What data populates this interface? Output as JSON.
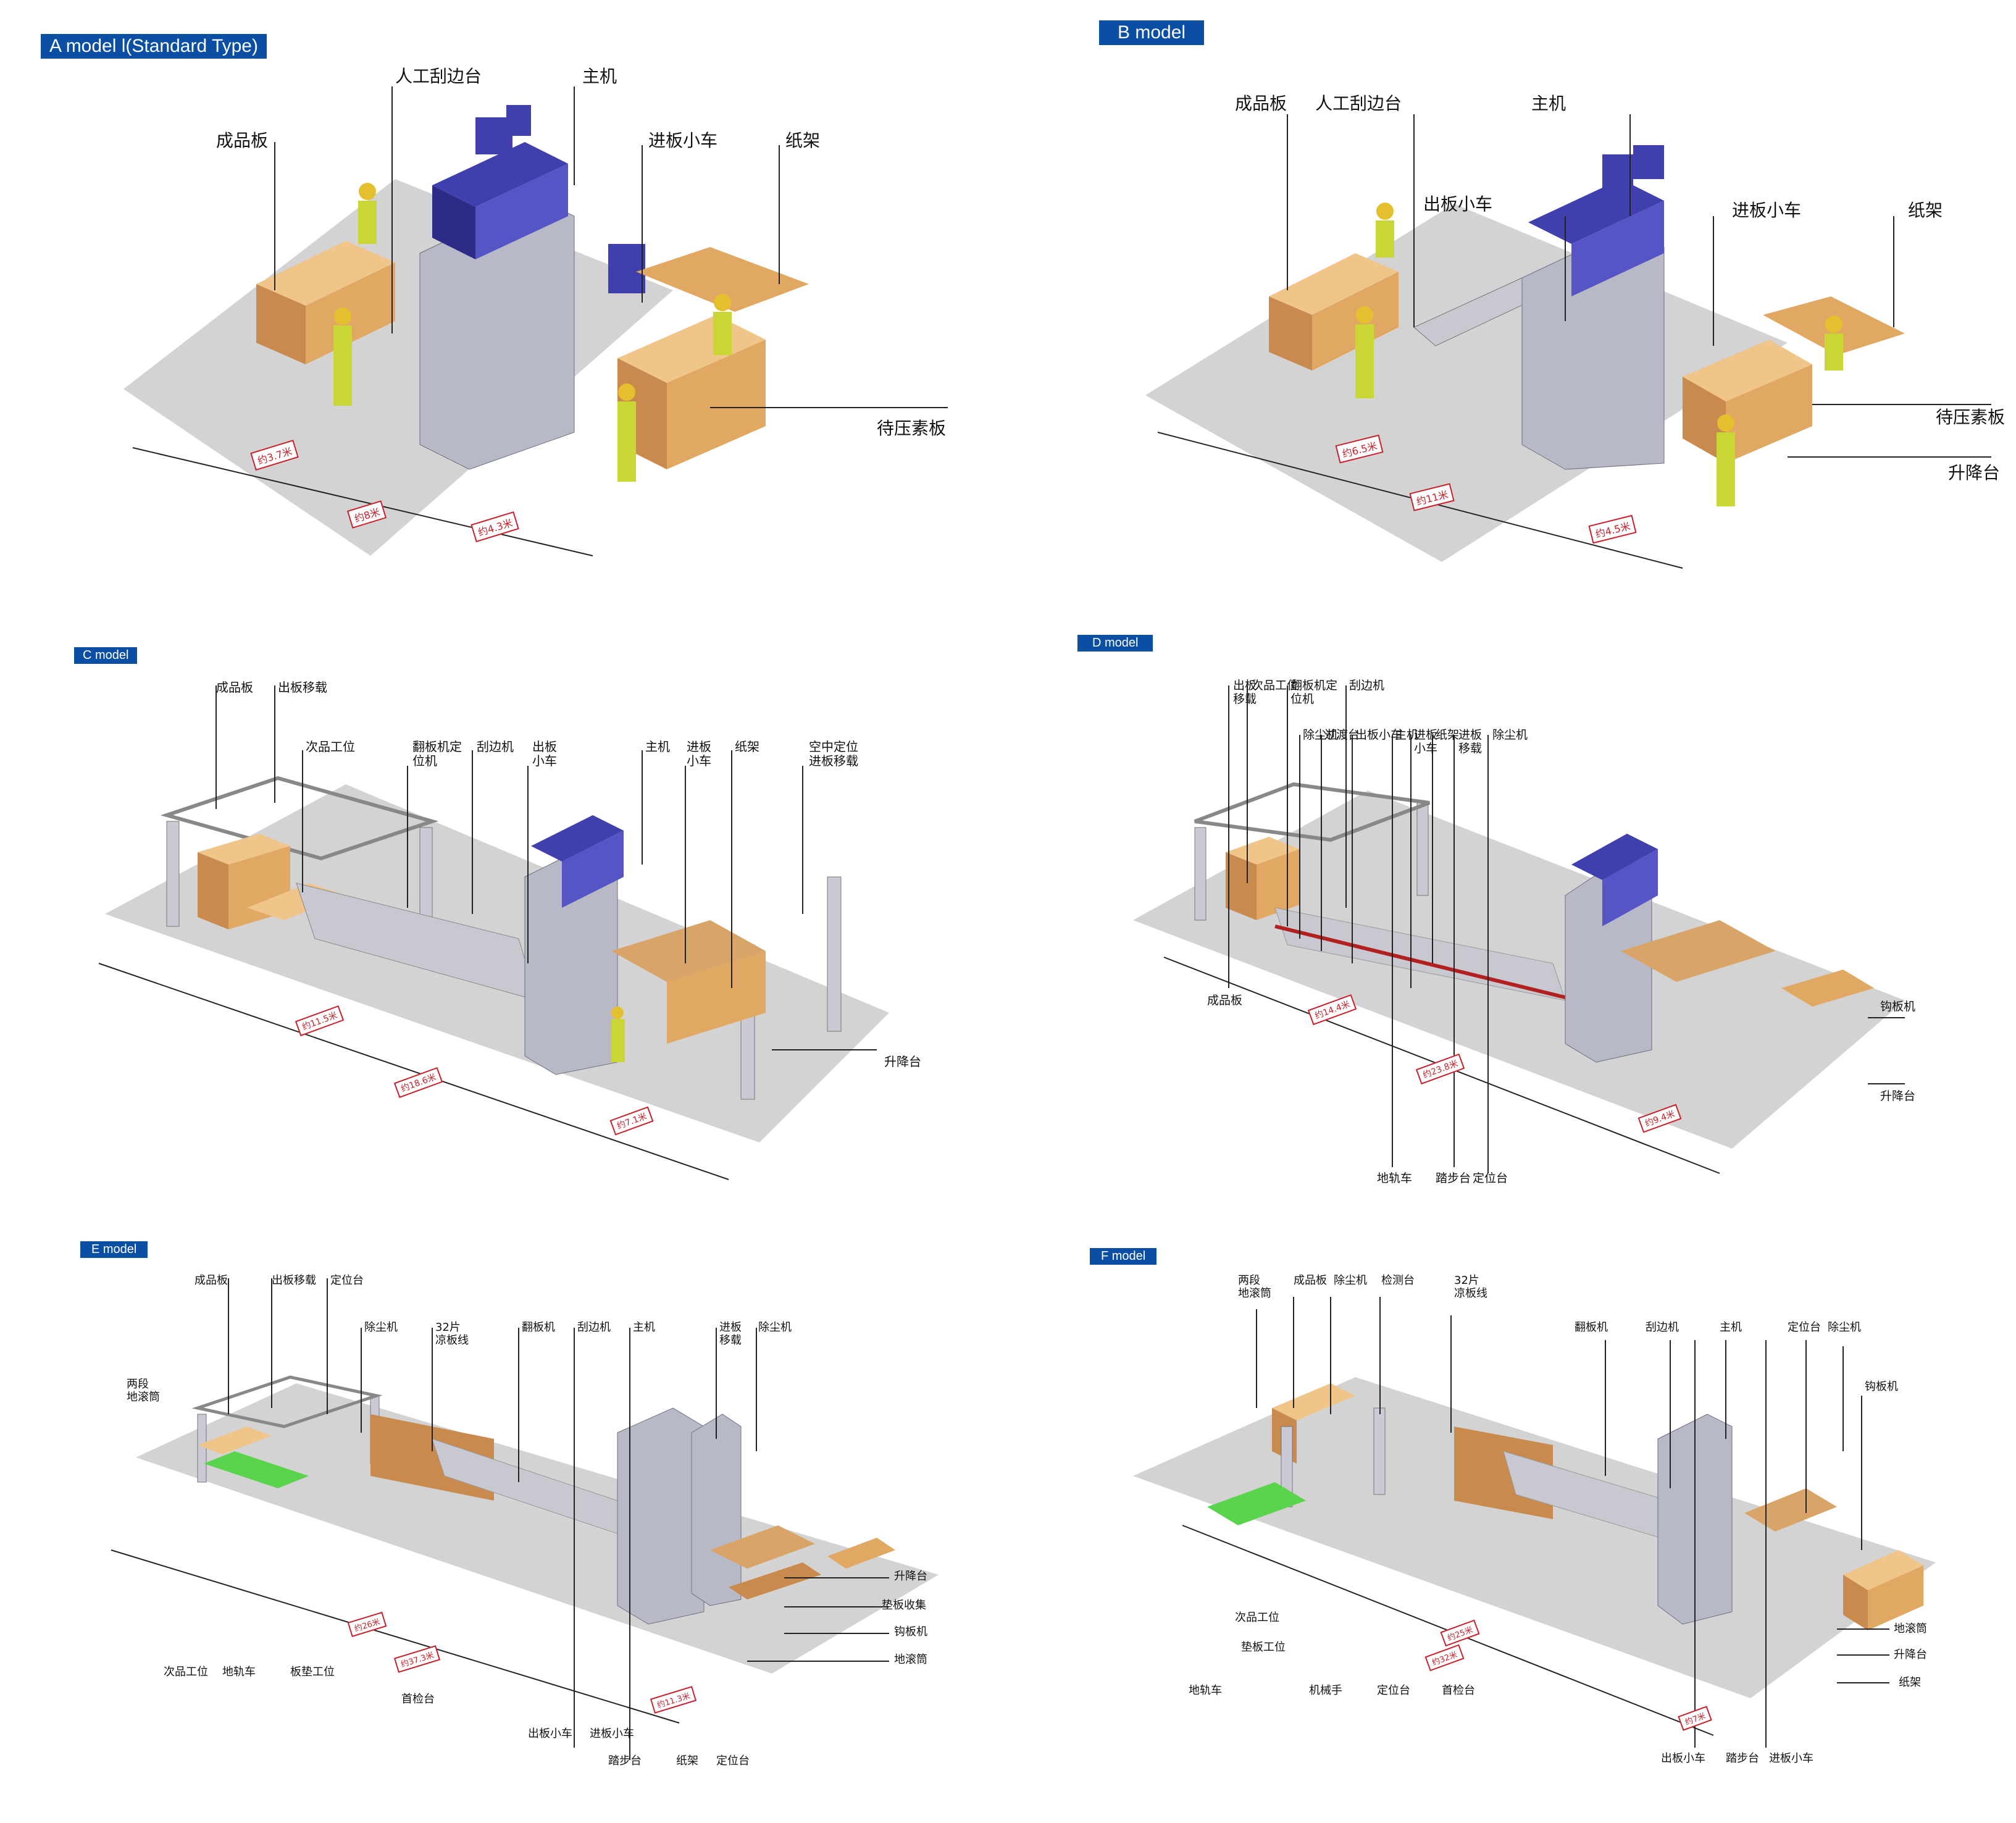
{
  "panels": {
    "a": {
      "tag": "A model l(Standard Type)",
      "labels": [
        "成品板",
        "人工刮边台",
        "主机",
        "进板小车",
        "纸架",
        "待压素板"
      ],
      "dims": [
        "约3.7米",
        "约8米",
        "约4.3米"
      ]
    },
    "b": {
      "tag": "B model",
      "labels": [
        "成品板",
        "人工刮边台",
        "主机",
        "出板小车",
        "进板小车",
        "纸架",
        "待压素板",
        "升降台"
      ],
      "dims": [
        "约6.5米",
        "约11米",
        "约4.5米"
      ]
    },
    "c": {
      "tag": "C model",
      "labels": [
        "成品板",
        "出板移载",
        "次品工位",
        "翻板机定\n位机",
        "刮边机",
        "出板\n小车",
        "主机",
        "进板\n小车",
        "纸架",
        "空中定位\n进板移载",
        "升降台"
      ],
      "dims": [
        "约11.5米",
        "约18.6米",
        "约7.1米"
      ]
    },
    "d": {
      "tag": "D model",
      "labels": [
        "出板\n移载",
        "次品工位",
        "翻板机定\n位机",
        "刮边机",
        "除尘机",
        "过渡台",
        "出板小车",
        "主机",
        "进板\n小车",
        "纸架",
        "进板\n移载",
        "除尘机",
        "钩板机",
        "升降台",
        "成品板",
        "地轨车",
        "踏步台",
        "定位台"
      ],
      "dims": [
        "约14.4米",
        "约23.8米",
        "约9.4米"
      ]
    },
    "e": {
      "tag": "E model",
      "labels": [
        "成品板",
        "出板移载",
        "定位台",
        "除尘机",
        "32片\n凉板线",
        "翻板机",
        "刮边机",
        "主机",
        "进板\n移载",
        "除尘机",
        "两段\n地滚筒",
        "升降台",
        "垫板收集",
        "钩板机",
        "地滚筒",
        "次品工位",
        "地轨车",
        "板垫工位",
        "首检台",
        "出板小车",
        "进板小车",
        "踏步台",
        "纸架",
        "定位台"
      ],
      "dims": [
        "约26米",
        "约37.3米",
        "约11.3米"
      ]
    },
    "f": {
      "tag": "F model",
      "labels": [
        "两段\n地滚筒",
        "成品板",
        "除尘机",
        "检测台",
        "32片\n凉板线",
        "翻板机",
        "刮边机",
        "主机",
        "定位台",
        "除尘机",
        "钩板机",
        "地滚筒",
        "升降台",
        "纸架",
        "次品工位",
        "垫板工位",
        "地轨车",
        "机械手",
        "定位台",
        "首检台",
        "出板小车",
        "踏步台",
        "进板小车"
      ],
      "dims": [
        "约25米",
        "约32米",
        "约7米"
      ]
    }
  },
  "colors": {
    "tag_bg": "#0a4fa3",
    "floor": "#d3d3d3",
    "press": "#3f3fae",
    "frame": "#b8b9c6",
    "wood": "#d9a467",
    "worker_vest": "#c9d634",
    "dim": "#c8202a"
  }
}
